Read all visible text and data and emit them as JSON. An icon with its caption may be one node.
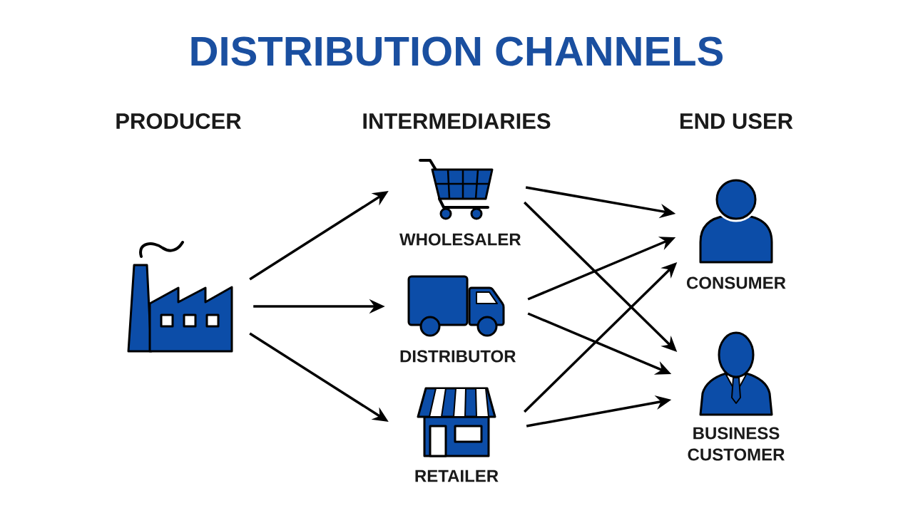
{
  "diagram": {
    "title": "DISTRIBUTION CHANNELS",
    "nodes": [
      {
        "text": [],
        "shape": "picture"
      },
      {
        "text": [
          "WHOLESALER"
        ]
      },
      {
        "text": [
          "DISTRIBUTOR"
        ]
      },
      {
        "text": [
          "RETAILER"
        ]
      },
      {
        "text": [
          "CONSUMER"
        ]
      },
      {
        "text": [
          "BUSINESS CUSTOMER"
        ]
      }
    ],
    "edges": [
      {
        "from": 0,
        "to": 1,
        "arrow": "to"
      },
      {
        "from": 0,
        "to": 2,
        "arrow": "to"
      },
      {
        "from": 0,
        "to": 3,
        "arrow": "to"
      },
      {
        "from": 1,
        "to": 4,
        "arrow": "to"
      },
      {
        "from": 1,
        "to": 5,
        "arrow": "to"
      },
      {
        "from": 2,
        "to": 4,
        "arrow": "to"
      },
      {
        "from": 2,
        "to": 5,
        "arrow": "to"
      },
      {
        "from": 3,
        "to": 4,
        "arrow": "to"
      },
      {
        "from": 3,
        "to": 5,
        "arrow": "to"
      }
    ],
    "labels": [
      "PRODUCER",
      "INTERMEDIARIES",
      "END USER"
    ]
  }
}
